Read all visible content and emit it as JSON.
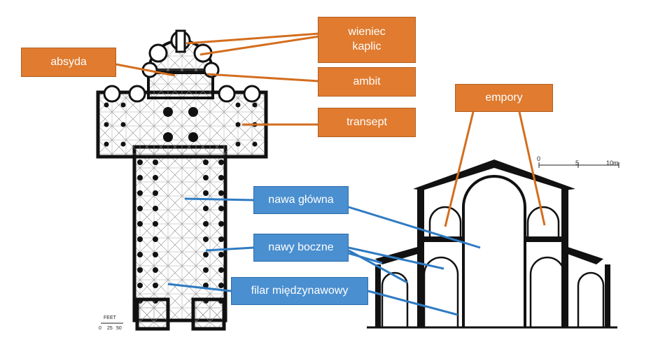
{
  "colors": {
    "orange": "#E07B2F",
    "blue": "#4A8FCF",
    "ink": "#111111"
  },
  "labels": {
    "absyda": "absyda",
    "wieniec": "wieniec\nkaplic",
    "ambit": "ambit",
    "transept": "transept",
    "empory": "empory",
    "nawa_glowna": "nawa główna",
    "nawy_boczne": "nawy boczne",
    "filar": "filar międzynawowy"
  },
  "plan_scale": {
    "unit": "FEET",
    "ticks": [
      "0",
      "25",
      "50"
    ]
  },
  "section_scale": {
    "ticks": [
      "0",
      "5",
      "10m"
    ]
  }
}
